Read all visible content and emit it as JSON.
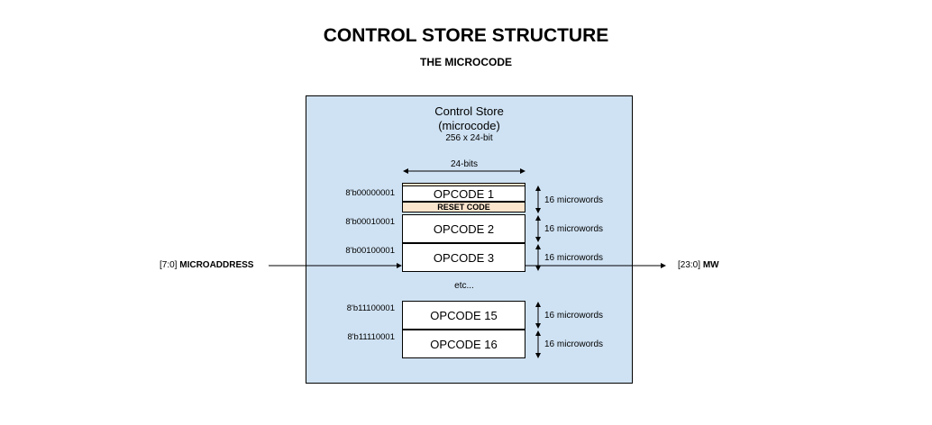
{
  "title": "CONTROL STORE STRUCTURE",
  "subtitle": "THE MICROCODE",
  "store": {
    "title_line1": "Control Store",
    "title_line2": "(microcode)",
    "size": "256 x 24-bit",
    "width_label": "24-bits"
  },
  "input": {
    "range": "[7:0]",
    "name": "MICROADDRESS"
  },
  "output": {
    "range": "[23:0]",
    "name": "MW"
  },
  "reset_label": "RESET CODE",
  "etc_label": "etc...",
  "blocks": [
    {
      "address": "8'b00000001",
      "label": "OPCODE 1",
      "size": "16 microwords"
    },
    {
      "address": "8'b00010001",
      "label": "OPCODE 2",
      "size": "16 microwords"
    },
    {
      "address": "8'b00100001",
      "label": "OPCODE 3",
      "size": "16 microwords"
    },
    {
      "address": "8'b11100001",
      "label": "OPCODE 15",
      "size": "16 microwords"
    },
    {
      "address": "8'b11110001",
      "label": "OPCODE 16",
      "size": "16 microwords"
    }
  ]
}
